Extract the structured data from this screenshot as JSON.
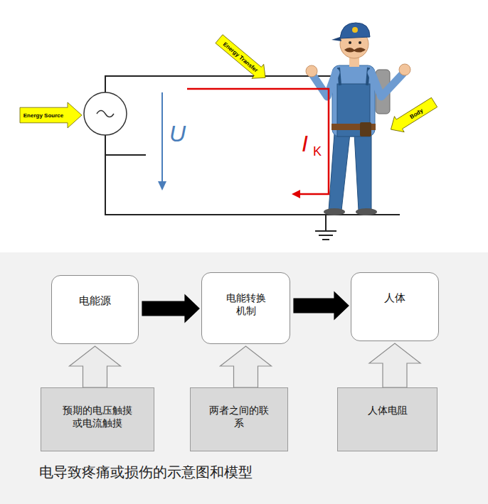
{
  "diagram": {
    "caption": "电导致疼痛或损伤的示意图和模型",
    "nodes": [
      {
        "text": [
          "Energy Transfer"
        ]
      },
      {
        "text": [
          "Energy Source"
        ]
      },
      {
        "text": [
          "Body"
        ]
      },
      {
        "text": [
          "电能源"
        ]
      },
      {
        "text": [
          "电能转换 机制"
        ]
      },
      {
        "text": [
          "人体"
        ]
      },
      {
        "text": [
          "预期的电压触摸 或电流触摸"
        ]
      },
      {
        "text": [
          "两者之间的联 系"
        ]
      },
      {
        "text": [
          "人体电阻"
        ]
      }
    ],
    "edges": [
      {
        "from": 3,
        "to": 4,
        "arrow": "to"
      },
      {
        "from": 4,
        "to": 5,
        "arrow": "to"
      },
      {
        "from": 6,
        "to": 3,
        "arrow": "to"
      },
      {
        "from": 7,
        "to": 4,
        "arrow": "to"
      },
      {
        "from": 8,
        "to": 5,
        "arrow": "to"
      }
    ],
    "labels": [
      "U",
      "I",
      "K"
    ]
  }
}
